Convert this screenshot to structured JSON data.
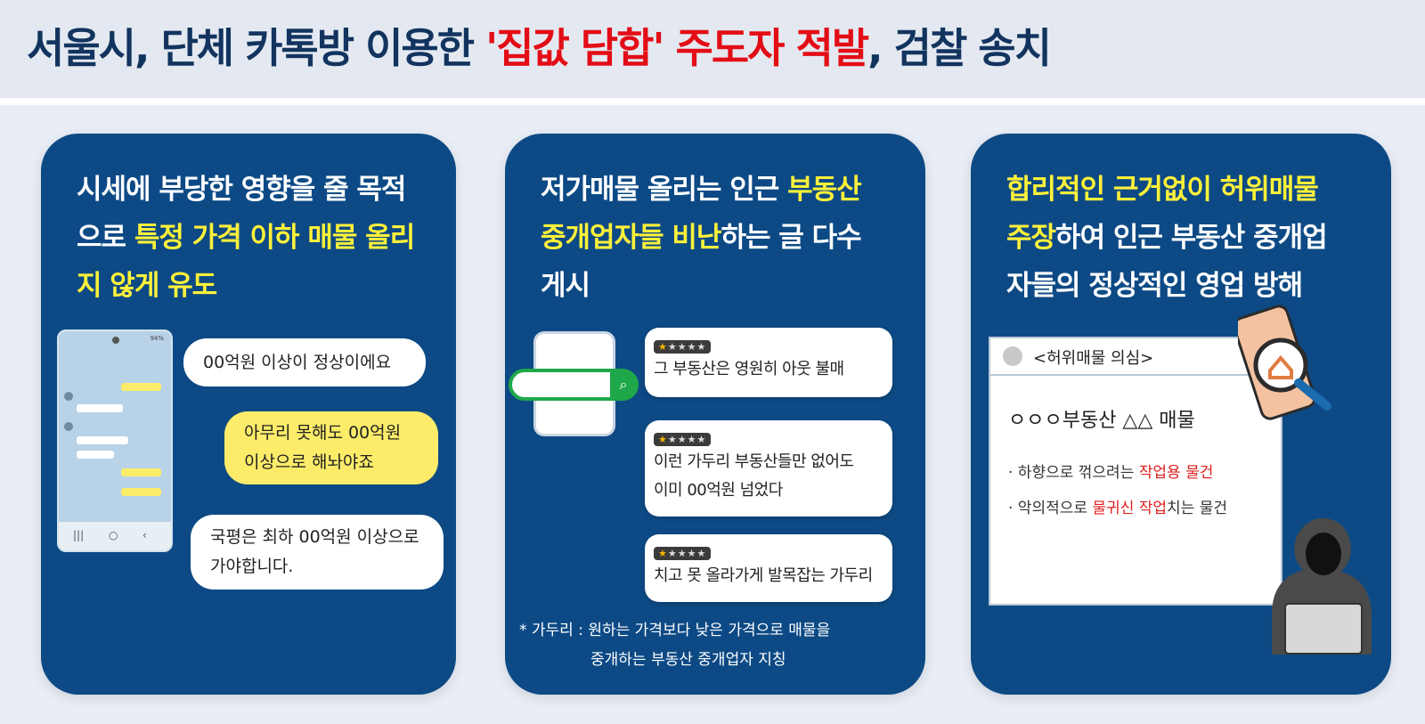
{
  "title": {
    "part1": "서울시, 단체 카톡방 이용한 ",
    "highlight": "'집값 담합' 주도자 적발",
    "part2": ", 검찰 송치"
  },
  "panel1": {
    "heading": {
      "l1": "시세에 부당한 영향을 줄 목적",
      "l2a": "으로 ",
      "l2b": "특정 가격 이하 매물 올리",
      "l3": "지 않게 유도"
    },
    "phone_status": "94%",
    "bubbles": [
      "00억원 이상이 정상이에요",
      "아무리 못해도 00억원",
      "이상으로 해놔야죠",
      "국평은 최하 00억원 이상으로",
      "가야합니다."
    ]
  },
  "panel2": {
    "heading": {
      "l1a": "저가매물 올리는 인근 ",
      "l1b": "부동산",
      "l2a": "중개업자들 비난",
      "l2b": "하는 글 다수",
      "l3": "게시"
    },
    "reviews": [
      {
        "stars": "★★★★★",
        "text": "그 부동산은 영원히 아웃 불매"
      },
      {
        "stars": "★★★★★",
        "text1": "이런 가두리 부동산들만 없어도",
        "text2": "이미 00억원 넘었다"
      },
      {
        "stars": "★★★★★",
        "text": "치고 못 올라가게 발목잡는 가두리"
      }
    ],
    "note1": "*  가두리 : 원하는 가격보다 낮은 가격으로 매물을",
    "note2": "중개하는 부동산 중개업자 지칭"
  },
  "panel3": {
    "heading": {
      "l1": "합리적인 근거없이 허위매물",
      "l2a": "주장",
      "l2b": "하여 인근 부동산 중개업",
      "l3": "자들의 정상적인 영업 방해"
    },
    "card_title": "<허위매물 의심>",
    "property": "ㅇㅇㅇ부동산 △△ 매물",
    "item1": {
      "a": "· 하향으로 꺾으려는 ",
      "b": "작업용 물건"
    },
    "item2": {
      "a": "· 악의적으로 ",
      "b": "물귀신 작업",
      "c": "치는 물건"
    }
  },
  "colors": {
    "panel": "#0d4a85",
    "highlight": "#fff13a",
    "title": "#12345f",
    "red": "#e30d16"
  }
}
